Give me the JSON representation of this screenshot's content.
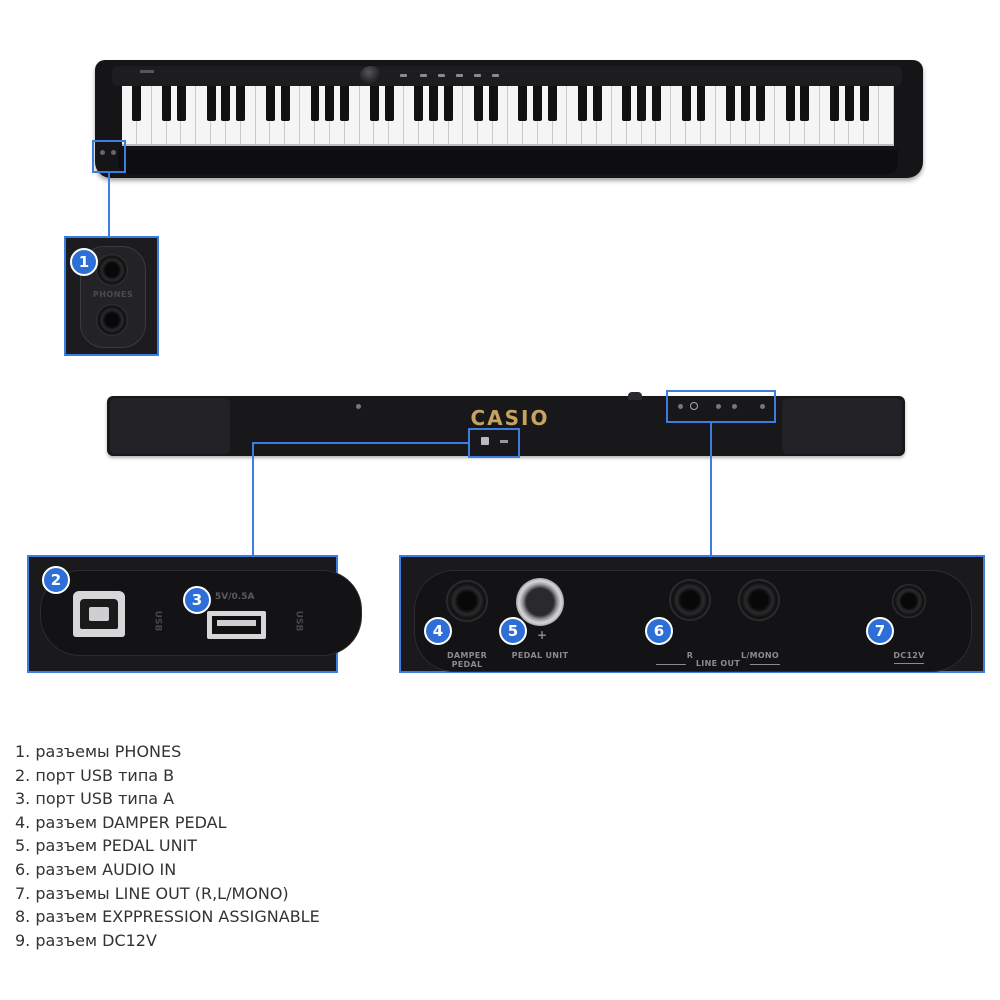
{
  "rear": {
    "brand": "CASIO"
  },
  "zoom_phones": {
    "badge": "1",
    "jack_label": "PHONES"
  },
  "zoom_usb": {
    "badge_b": "2",
    "badge_a": "3",
    "usb_a_rating": "5V/0.5A",
    "usb_mark_left": "USB",
    "usb_mark_right": "USB"
  },
  "zoom_jacks": {
    "badges": [
      "4",
      "5",
      "6",
      "7"
    ],
    "labels": {
      "damper": "DAMPER PEDAL",
      "pedal_unit": "PEDAL UNIT",
      "r": "R",
      "l_mono": "L/MONO",
      "line_out": "LINE OUT",
      "dc": "DC12V"
    }
  },
  "legend": [
    "1. разъемы PHONES",
    "2. порт USB типа B",
    "3. порт USB типа A",
    "4. разъем DAMPER PEDAL",
    "5. разъем PEDAL UNIT",
    "6. разъем AUDIO IN",
    "7. разъемы LINE OUT (R,L/MONO)",
    "8. разъем EXPPRESSION ASSIGNABLE",
    "9. разъем DC12V"
  ],
  "colors": {
    "accent": "#3b7ee0",
    "badge": "#2d6fd6",
    "brand_gold": "#c8a35e"
  }
}
